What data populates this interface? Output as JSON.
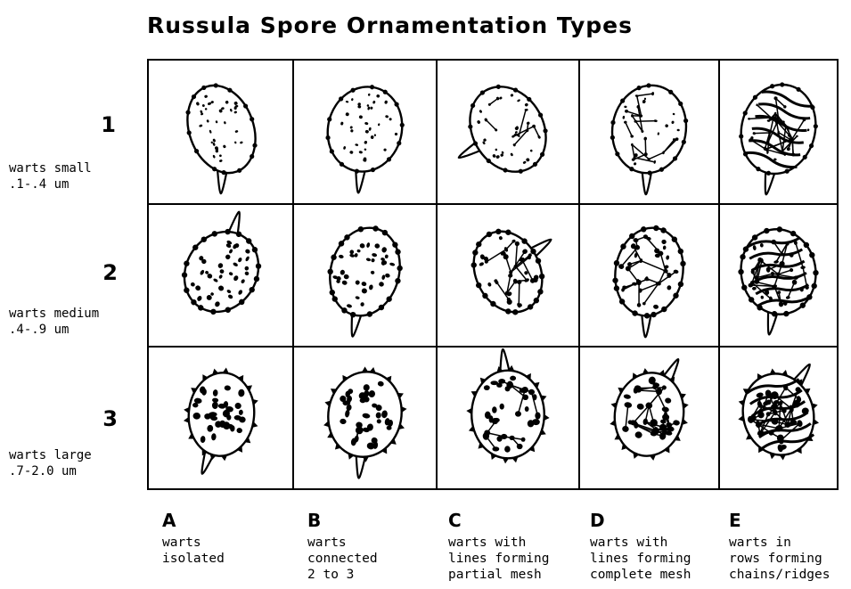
{
  "title": "Russula Spore Ornamentation Types",
  "rows": [
    {
      "number": "1",
      "desc_lines": [
        "warts small",
        ".1-.4 um"
      ]
    },
    {
      "number": "2",
      "desc_lines": [
        "warts medium",
        ".4-.9 um"
      ]
    },
    {
      "number": "3",
      "desc_lines": [
        "warts large",
        ".7-2.0 um"
      ]
    }
  ],
  "columns": [
    {
      "letter": "A",
      "desc_lines": [
        "warts",
        "isolated"
      ]
    },
    {
      "letter": "B",
      "desc_lines": [
        "warts",
        "connected",
        "2 to 3"
      ]
    },
    {
      "letter": "C",
      "desc_lines": [
        "warts with",
        "lines forming",
        "partial mesh"
      ]
    },
    {
      "letter": "D",
      "desc_lines": [
        "warts with",
        "lines forming",
        "complete mesh"
      ]
    },
    {
      "letter": "E",
      "desc_lines": [
        "warts in",
        "rows forming",
        "chains/ridges"
      ]
    }
  ],
  "colors": {
    "ink": "#000000",
    "background": "#ffffff"
  }
}
